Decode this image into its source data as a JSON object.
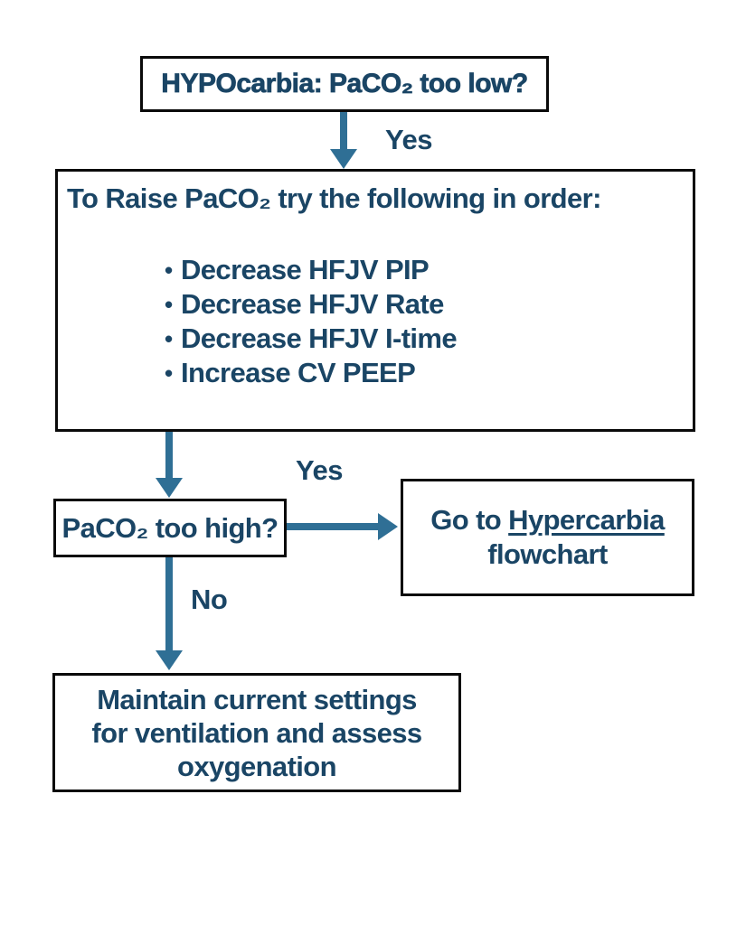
{
  "colors": {
    "text_navy": "#1a4565",
    "arrow_blue": "#2f6f95",
    "box_border": "#0a0a0a",
    "background": "#ffffff"
  },
  "nodes": {
    "title": {
      "text": "HYPOcarbia: PaCO₂ too low?"
    },
    "raise": {
      "heading": "To Raise PaCO₂ try the following in order:",
      "bullets": [
        "Decrease HFJV PIP",
        "Decrease HFJV Rate",
        "Decrease HFJV I-time",
        "Increase CV PEEP"
      ]
    },
    "decision": {
      "text": "PaCO₂ too high?"
    },
    "hypercarbia": {
      "prefix": "Go to ",
      "link_text": "Hypercarbia",
      "suffix": "flowchart"
    },
    "maintain": {
      "lines": [
        "Maintain current settings",
        "for ventilation and assess",
        "oxygenation"
      ]
    }
  },
  "edge_labels": {
    "yes_top": "Yes",
    "yes_mid": "Yes",
    "no": "No"
  }
}
